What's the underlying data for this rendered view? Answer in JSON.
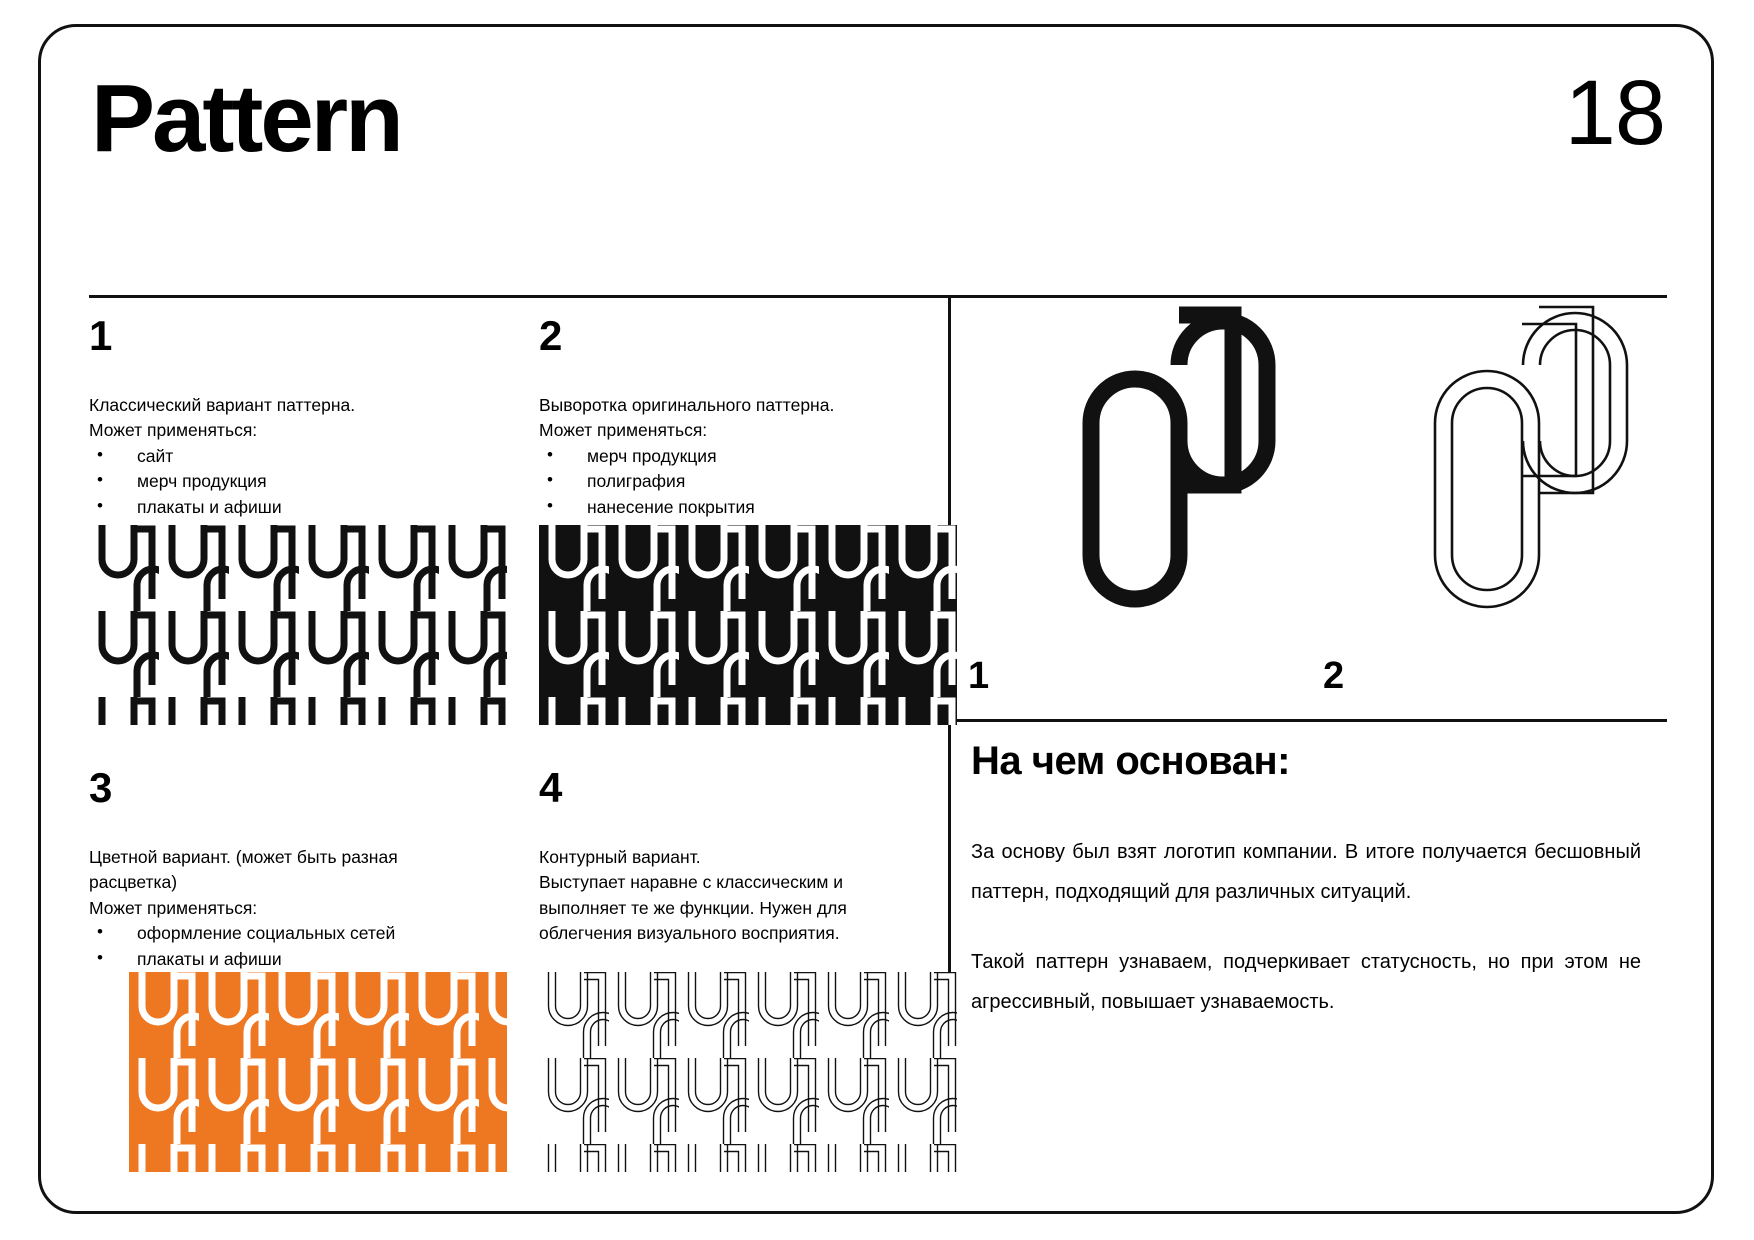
{
  "page": {
    "title": "Pattern",
    "number": "18"
  },
  "blocks": [
    {
      "num": "1",
      "desc_line1": "Классический вариант паттерна.",
      "desc_line2": "Может применяться:",
      "items": [
        "сайт",
        "мерч продукция",
        "плакаты и афиши"
      ],
      "swatch_name": "pattern-classic",
      "bg": "#ffffff",
      "fg": "#111111"
    },
    {
      "num": "2",
      "desc_line1": "Выворотка оригинального паттерна.",
      "desc_line2": "Может применяться:",
      "items": [
        "мерч продукция",
        "полиграфия",
        "нанесение покрытия"
      ],
      "swatch_name": "pattern-inverted",
      "bg": "#111111",
      "fg": "#ffffff"
    },
    {
      "num": "3",
      "desc_line1": "Цветной вариант. (может быть разная расцветка)",
      "desc_line2": "Может применяться:",
      "items": [
        "оформление социальных сетей",
        "плакаты и афиши"
      ],
      "swatch_name": "pattern-color",
      "bg": "#EE7722",
      "fg": "#ffffff"
    },
    {
      "num": "4",
      "desc_line1": "Контурный вариант.",
      "desc_line2": "Выступает наравне с классическим и выполняет те же функции. Нужен для облегчения визуального восприятия.",
      "items": [],
      "swatch_name": "pattern-outline",
      "bg": "#ffffff",
      "fg": "#111111"
    }
  ],
  "logo": {
    "label_1": "1",
    "label_2": "2"
  },
  "basis": {
    "heading": "На чем основан:",
    "paragraph_1": "За основу был взят логотип компании. В итоге получается бесшовный паттерн, подходящий для различных ситуаций.",
    "paragraph_2": "Такой паттерн узнаваем, подчеркивает статусность, но при этом не агрессивный, повышает узнаваемость."
  },
  "colors": {
    "accent": "#EE7722",
    "ink": "#111111",
    "paper": "#ffffff"
  }
}
